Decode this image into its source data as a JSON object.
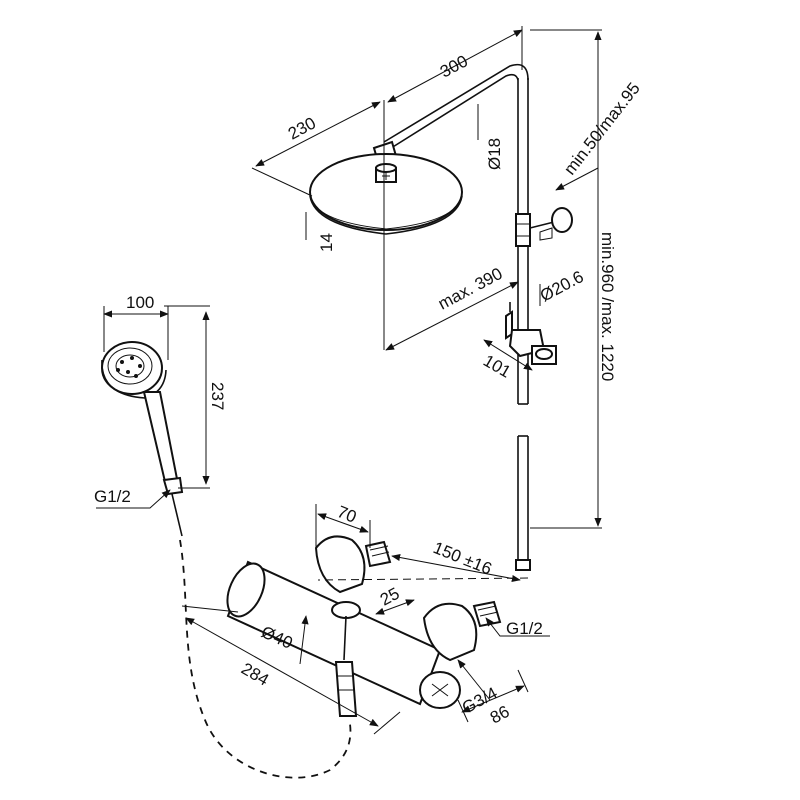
{
  "figure": {
    "dimensions": {
      "arm_length": "300",
      "head_diameter": "230",
      "arm_tube": "Ø18",
      "head_height": "14",
      "arm_offset": "min.50/max.95",
      "head_projection": "max. 390",
      "rail_tube": "Ø20.6",
      "holder_depth": "101",
      "total_height": "min.960 /max. 1220",
      "hand_shower_width": "100",
      "hand_shower_length": "237",
      "hose_thread": "G1/2",
      "mixer_depth": "70",
      "inlet_spacing": "150 ±16",
      "outlet_offset": "25",
      "outlet_thread": "G1/2",
      "body_diameter": "Ø40",
      "body_length": "284",
      "inlet_thread": "G3/4",
      "handle_depth": "86"
    }
  }
}
